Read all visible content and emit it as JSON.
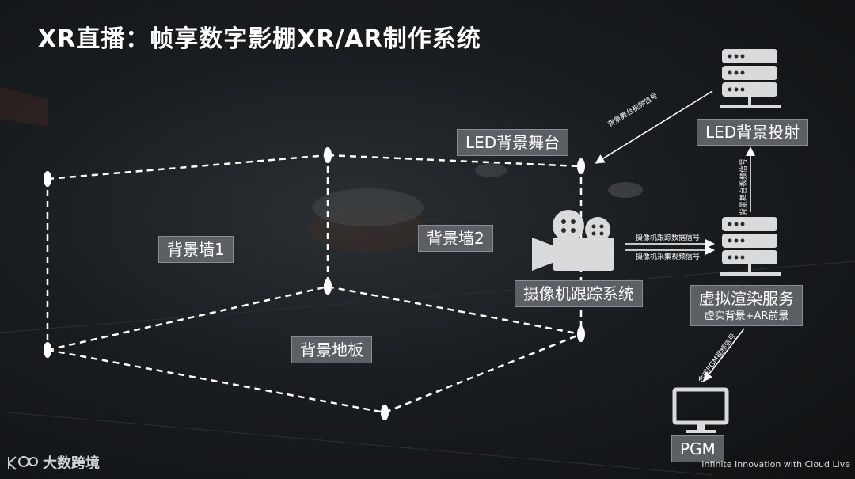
{
  "title": "XR直播：帧享数字影棚XR/AR制作系统",
  "labels": {
    "led_stage": "LED背景舞台",
    "wall1": "背景墙1",
    "wall2": "背景墙2",
    "floor": "背景地板",
    "camera_tracking": "摄像机跟踪系统",
    "led_projection": "LED背景投射",
    "virtual_render": "虚拟渲染服务",
    "virtual_render_sub": "虚实背景+AR前景",
    "pgm": "PGM"
  },
  "signals": {
    "stage_video_top": "背景舞台视频信号",
    "stage_video_vertical": "背景舞台视频信号",
    "camera_tracking_data": "摄像机跟踪数据信号",
    "camera_capture_video": "摄像机采集视频信号",
    "composite_pgm": "合成PGM视频信号"
  },
  "icons": {
    "server_top": "server-icon",
    "server_mid": "server-icon",
    "camera": "movie-camera-icon",
    "monitor": "monitor-icon"
  },
  "footer": {
    "logo_text": "大数跨境",
    "tagline": "Infinite Innovation with Cloud Live"
  },
  "colors": {
    "background": "#16191c",
    "label_bg": "#5c5f63",
    "line": "#ffffff",
    "icon": "#d9dadb"
  }
}
